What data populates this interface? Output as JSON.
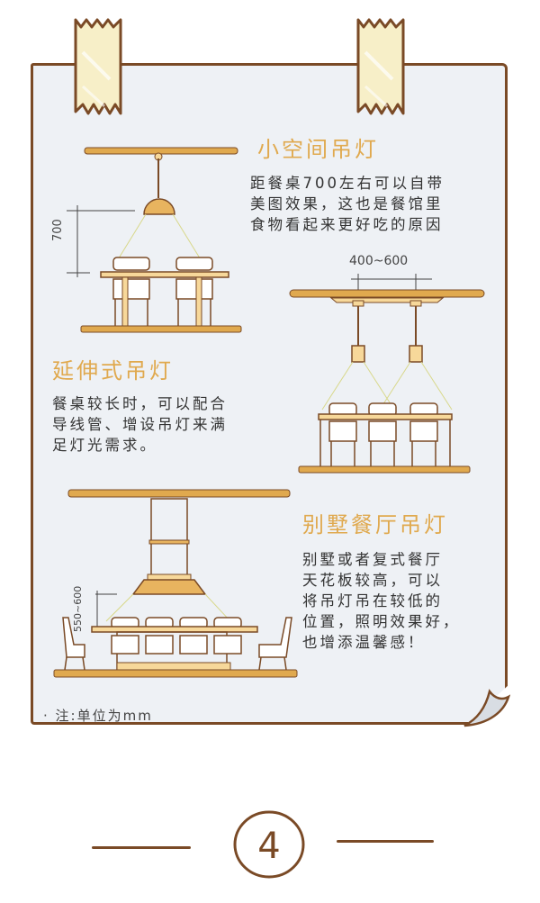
{
  "colors": {
    "paper": "#eef1f5",
    "outline": "#7a4a26",
    "wood": "#e0a94e",
    "heading": "#e0a94e",
    "tape": "#f7efc8",
    "text": "#333333"
  },
  "sections": [
    {
      "heading": "小空间吊灯",
      "lines": [
        "距餐桌700左右可以自带",
        "美图效果，这也是餐馆里",
        "食物看起来更好吃的原因"
      ],
      "dimension": "700"
    },
    {
      "heading": "延伸式吊灯",
      "lines": [
        "餐桌较长时，可以配合",
        "导线管、增设吊灯来满",
        "足灯光需求。"
      ],
      "dimension": "400~600"
    },
    {
      "heading": "别墅餐厅吊灯",
      "lines": [
        "别墅或者复式餐厅",
        "天花板较高，可以",
        "将吊灯吊在较低的",
        "位置，照明效果好，",
        "也增添温馨感！"
      ],
      "dimension": "550~600"
    }
  ],
  "footnote": "· 注:单位为mm",
  "page_number": "4",
  "icons": {
    "tape_left": "masking-tape",
    "tape_right": "masking-tape",
    "page_curl": "page-curl"
  }
}
